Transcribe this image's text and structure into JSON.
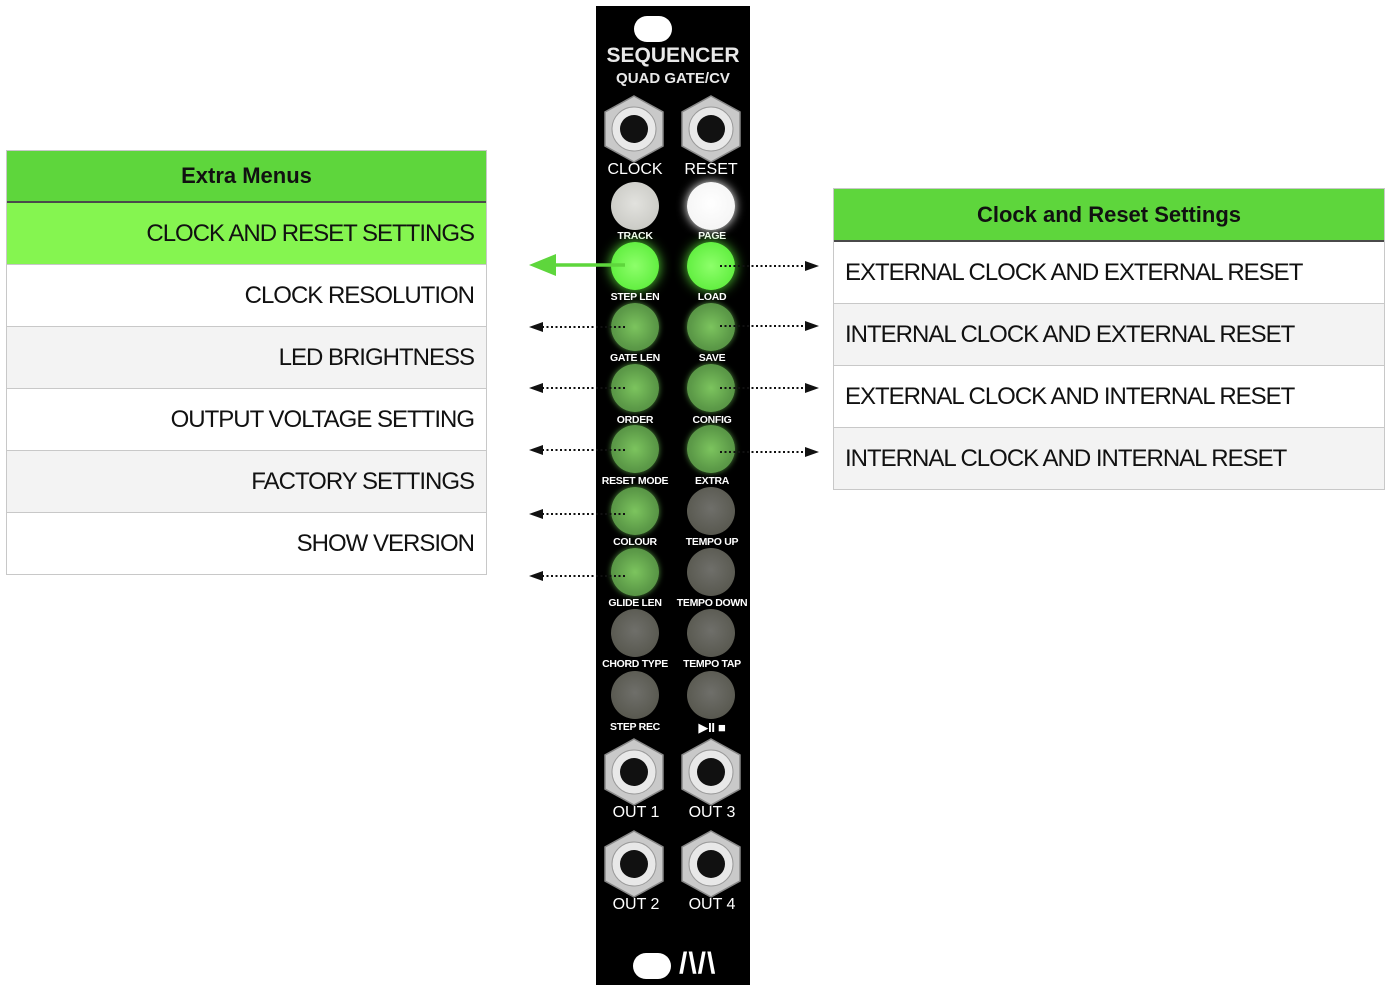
{
  "extra_menus": {
    "title": "Extra Menus",
    "items": [
      "CLOCK AND RESET SETTINGS",
      "CLOCK RESOLUTION",
      "LED BRIGHTNESS",
      "OUTPUT VOLTAGE SETTING",
      "FACTORY SETTINGS",
      "SHOW VERSION"
    ],
    "active_index": 0
  },
  "clock_reset_settings": {
    "title": "Clock and Reset Settings",
    "items": [
      "EXTERNAL CLOCK AND EXTERNAL RESET",
      "INTERNAL CLOCK AND EXTERNAL RESET",
      "EXTERNAL CLOCK AND INTERNAL RESET",
      "INTERNAL CLOCK AND INTERNAL RESET"
    ]
  },
  "module": {
    "name": "SEQUENCER",
    "subtitle": "QUAD GATE/CV",
    "logo": "/\\/\\",
    "jacks": {
      "clock": "CLOCK",
      "reset": "RESET",
      "out1": "OUT 1",
      "out2": "OUT 2",
      "out3": "OUT 3",
      "out4": "OUT 4"
    },
    "buttons": {
      "track": "TRACK",
      "page": "PAGE",
      "step_len": "STEP LEN",
      "load": "LOAD",
      "gate_len": "GATE LEN",
      "save": "SAVE",
      "order": "ORDER",
      "config": "CONFIG",
      "reset_mode": "RESET MODE",
      "extra": "EXTRA",
      "colour": "COLOUR",
      "tempo_up": "TEMPO UP",
      "glide_len": "GLIDE LEN",
      "tempo_down": "TEMPO DOWN",
      "chord_type": "CHORD TYPE",
      "tempo_tap": "TEMPO TAP",
      "step_rec": "STEP REC",
      "play_stop": "▶II ■"
    }
  },
  "colors": {
    "header_green": "#5ed63c",
    "active_row_green": "#85f550",
    "led_bright": "#63ef42",
    "panel": "#000000"
  }
}
